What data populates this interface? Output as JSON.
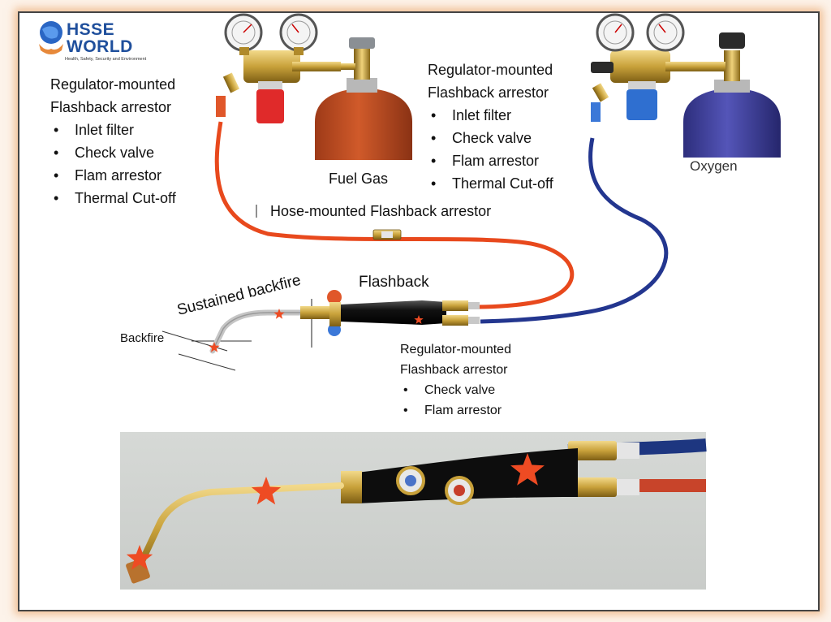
{
  "logo": {
    "line1": "HSSE",
    "line2": "WORLD",
    "tagline": "Health, Safety, Security and Environment"
  },
  "cylinders": {
    "fuel": "Fuel Gas",
    "oxygen": "Oxygen"
  },
  "left_regulator": {
    "title1": "Regulator-mounted",
    "title2": "Flashback arrestor",
    "items": [
      "Inlet filter",
      "Check valve",
      "Flam arrestor",
      "Thermal Cut-off"
    ]
  },
  "right_regulator": {
    "title1": "Regulator-mounted",
    "title2": "Flashback arrestor",
    "items": [
      "Inlet filter",
      "Check valve",
      "Flam arrestor",
      "Thermal Cut-off"
    ]
  },
  "hose_arrestor": "Hose-mounted Flashback arrestor",
  "torch_arrestor": {
    "title1": "Regulator-mounted",
    "title2": "Flashback arrestor",
    "items": [
      "Check valve",
      "Flam arrestor"
    ]
  },
  "phenomena": {
    "sustained": "Sustained backfire",
    "flashback": "Flashback",
    "backfire": "Backfire"
  },
  "colors": {
    "fuel_hose": "#e8491d",
    "oxygen_hose": "#23368f",
    "fuel_cylinder": "#c24f24",
    "oxygen_cylinder": "#3e3f9e",
    "brass": "#c8a13a",
    "star": "#ee4b23",
    "logo_blue": "#1f4f9c"
  }
}
